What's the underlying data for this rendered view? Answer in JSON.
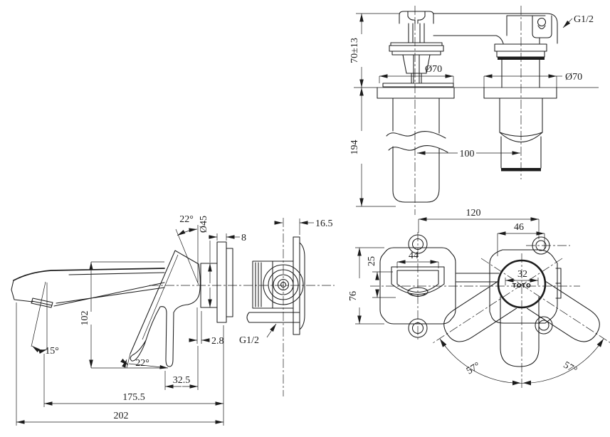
{
  "title": "wall-mount-faucet-dimensional-drawing",
  "colors": {
    "line": "#1c1c1c",
    "background": "#ffffff"
  },
  "top_view": {
    "height_above_wall": "70±13",
    "embed_depth": "194",
    "spout_flange_dia": "Ø70",
    "valve_flange_dia": "Ø70",
    "center_distance": "100",
    "thread": "G1/2"
  },
  "side_view": {
    "handle_tilt": "22°",
    "escutcheon_dia": "Ø45",
    "plate_thickness": "8",
    "wall_clearance": "16.5",
    "height": "102",
    "spout_angle": "15°",
    "lever_angle": "22°",
    "gap": "2.8",
    "lever_depth": "32.5",
    "aerator_reach": "175.5",
    "total_reach": "202",
    "thread": "G1/2"
  },
  "front_view": {
    "hole_span": "120",
    "handle_dia": "46",
    "spout_width": "44",
    "spout_height": "25",
    "escutcheon_height": "76",
    "logo_width": "32",
    "swing_left": "57°",
    "swing_right": "57°",
    "logo": "TOTO"
  }
}
